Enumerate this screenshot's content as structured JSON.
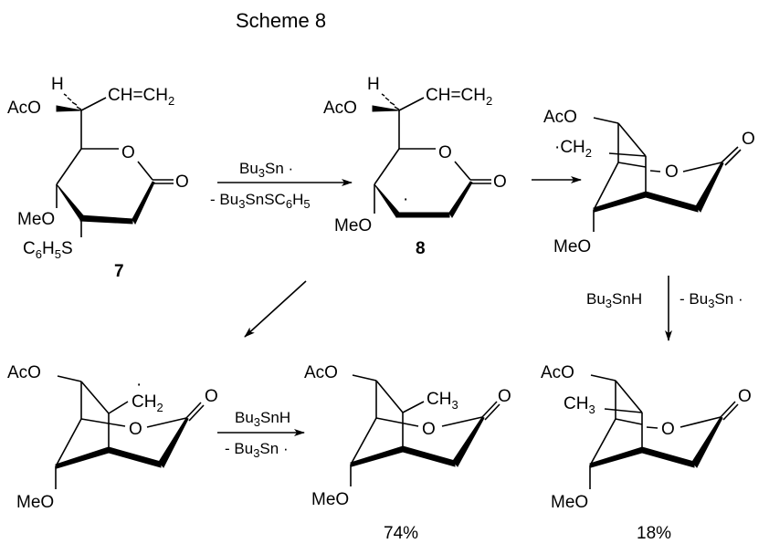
{
  "title": "Scheme 8",
  "compounds": {
    "c7": {
      "label": "7",
      "groups": {
        "aco": "AcO",
        "h": "H",
        "vinyl": "CH=CH",
        "vinyl_sub": "2",
        "ring_o": "O",
        "carbonyl_o": "O",
        "meo": "MeO",
        "sph_c": "C",
        "sph_6": "6",
        "sph_h": "H",
        "sph_5": "5",
        "sph_s": "S"
      }
    },
    "c8": {
      "label": "8",
      "groups": {
        "aco": "AcO",
        "h": "H",
        "vinyl": "CH=CH",
        "vinyl_sub": "2",
        "ring_o": "O",
        "carbonyl_o": "O",
        "meo": "MeO",
        "radical": "·"
      }
    },
    "intermediate_right": {
      "groups": {
        "aco": "AcO",
        "ch2_radical": "·CH",
        "ch2_sub": "2",
        "ring_o": "O",
        "carbonyl_o": "O",
        "meo": "MeO"
      }
    },
    "intermediate_left": {
      "groups": {
        "aco": "AcO",
        "radical": "·",
        "ch2": "CH",
        "ch2_sub": "2",
        "ring_o": "O",
        "carbonyl_o": "O",
        "meo": "MeO"
      }
    },
    "product_middle": {
      "yield": "74%",
      "groups": {
        "aco": "AcO",
        "ch3": "CH",
        "ch3_sub": "3",
        "ring_o": "O",
        "carbonyl_o": "O",
        "meo": "MeO"
      }
    },
    "product_right": {
      "yield": "18%",
      "groups": {
        "aco": "AcO",
        "ch3": "CH",
        "ch3_sub": "3",
        "ring_o": "O",
        "carbonyl_o": "O",
        "meo": "MeO"
      }
    }
  },
  "arrows": {
    "a1": {
      "above": "Bu",
      "above_sub": "3",
      "above_tail": "Sn ·",
      "below_pre": "- Bu",
      "below_sub": "3",
      "below_mid": "SnSC",
      "below_sub2": "6",
      "below_h": "H",
      "below_sub3": "5"
    },
    "a2": {},
    "a3": {
      "left": "Bu",
      "left_sub": "3",
      "left_tail": "SnH",
      "right_pre": "- Bu",
      "right_sub": "3",
      "right_tail": "Sn ·"
    },
    "a4": {},
    "a5": {
      "above": "Bu",
      "above_sub": "3",
      "above_tail": "SnH",
      "below_pre": "- Bu",
      "below_sub": "3",
      "below_tail": "Sn ·"
    }
  }
}
